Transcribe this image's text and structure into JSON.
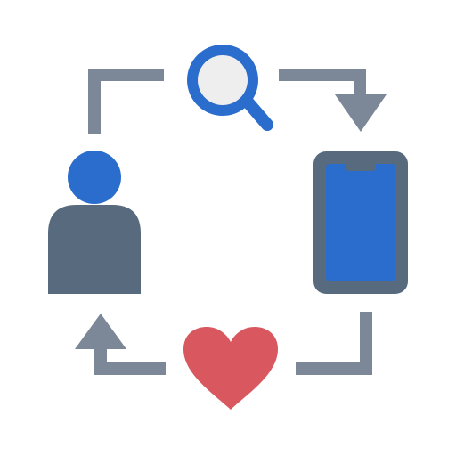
{
  "diagram": {
    "type": "cycle-flow-icon",
    "nodes": [
      {
        "id": "search",
        "icon": "magnifier-icon",
        "position": "top"
      },
      {
        "id": "phone",
        "icon": "smartphone-icon",
        "position": "right"
      },
      {
        "id": "like",
        "icon": "heart-icon",
        "position": "bottom"
      },
      {
        "id": "user",
        "icon": "person-icon",
        "position": "left"
      }
    ],
    "flow": [
      "search",
      "phone",
      "like",
      "user",
      "search"
    ],
    "direction": "clockwise"
  },
  "colors": {
    "arrow": "#7c8798",
    "person_body": "#586a7e",
    "person_head": "#2a6dcc",
    "search_ring": "#2a6dcc",
    "search_lens": "#eeeeee",
    "phone_frame": "#586a7e",
    "phone_screen": "#2a6dcc",
    "heart": "#d9575f",
    "background": "#ffffff"
  }
}
